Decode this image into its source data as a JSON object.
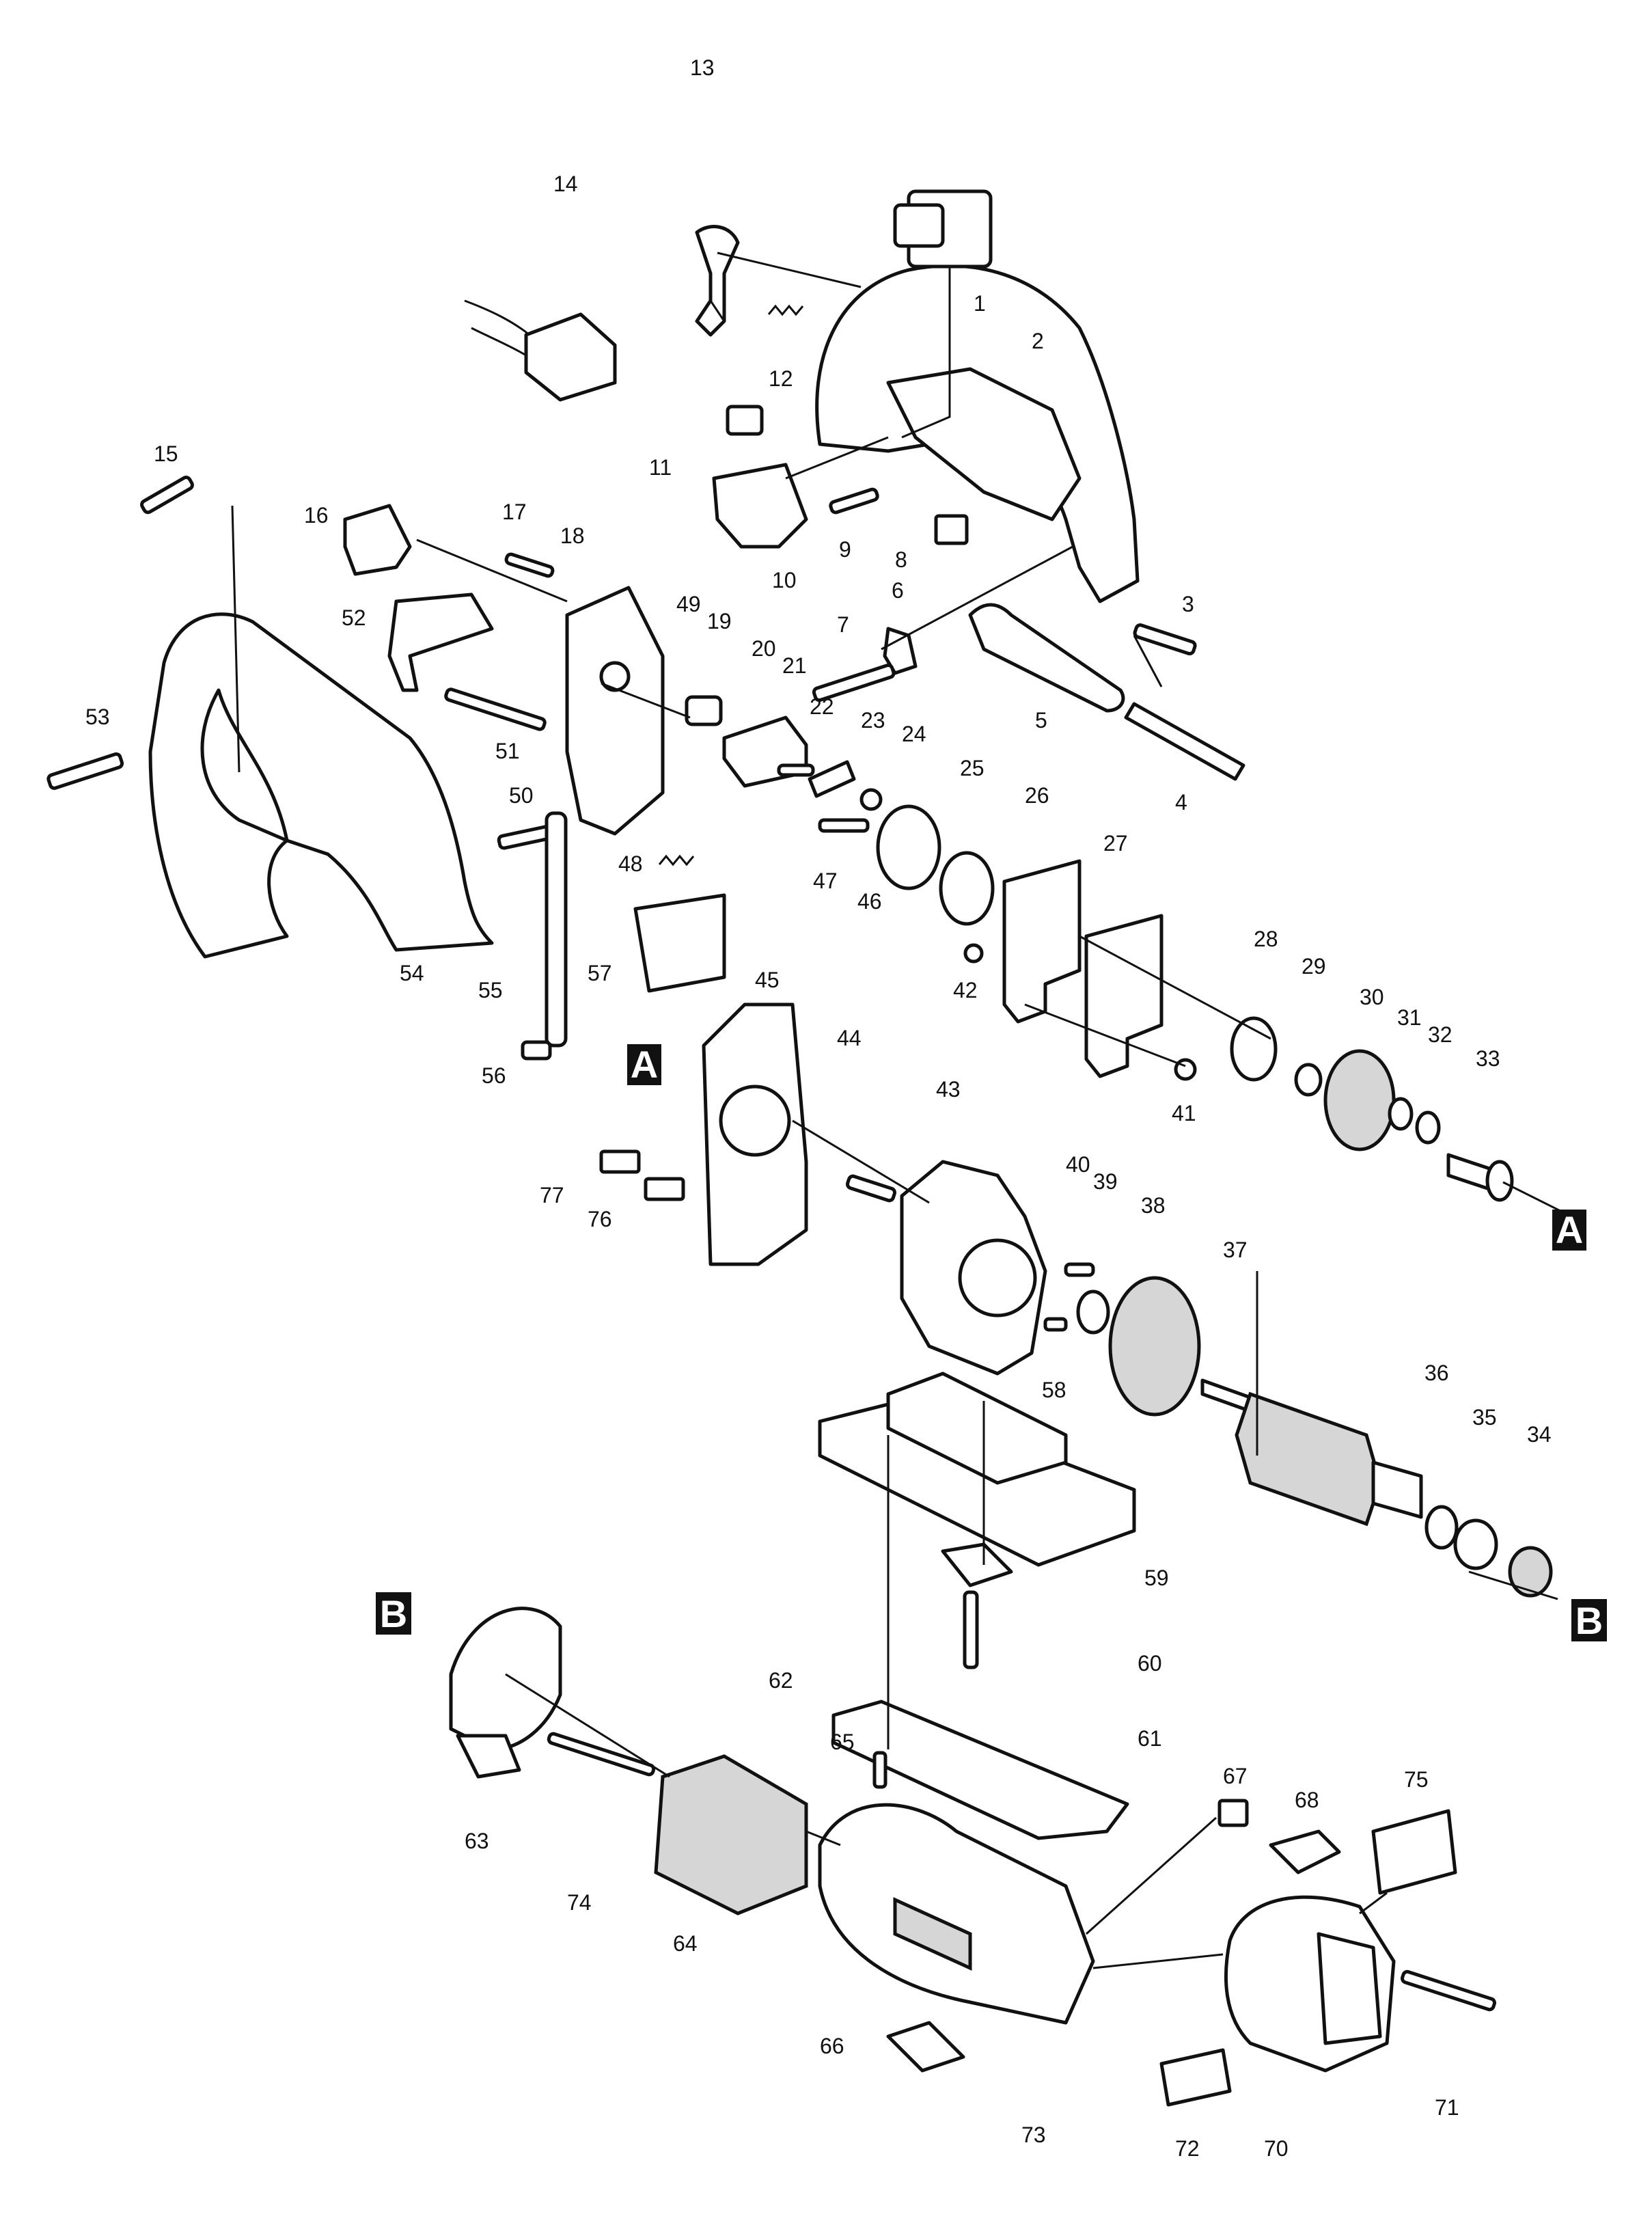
{
  "labels": [
    "1",
    "2",
    "3",
    "4",
    "5",
    "6",
    "7",
    "8",
    "9",
    "10",
    "11",
    "12",
    "13",
    "14",
    "15",
    "16",
    "17",
    "18",
    "19",
    "20",
    "21",
    "22",
    "23",
    "24",
    "25",
    "26",
    "27",
    "28",
    "29",
    "30",
    "31",
    "32",
    "33",
    "34",
    "35",
    "36",
    "37",
    "38",
    "39",
    "40",
    "41",
    "42",
    "43",
    "44",
    "45",
    "46",
    "47",
    "48",
    "49",
    "50",
    "51",
    "52",
    "53",
    "54",
    "55",
    "56",
    "57",
    "58",
    "59",
    "60",
    "61",
    "62",
    "63",
    "64",
    "65",
    "66",
    "67",
    "68",
    "70",
    "71",
    "72",
    "73",
    "74",
    "75",
    "76",
    "77"
  ],
  "markers": {
    "A": "A",
    "B": "B"
  }
}
